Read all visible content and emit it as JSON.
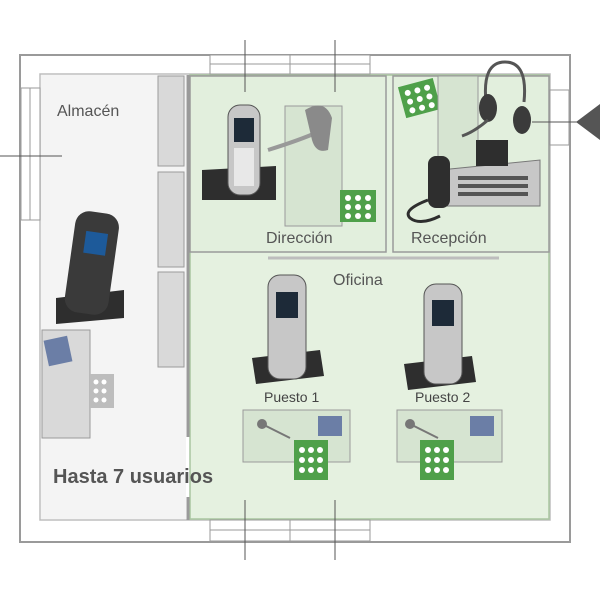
{
  "rooms": {
    "almacen": "Almacén",
    "direccion": "Dirección",
    "recepcion": "Recepción",
    "oficina": "Oficina"
  },
  "desks": {
    "puesto1": "Puesto 1",
    "puesto2": "Puesto 2"
  },
  "headline": "Hasta 7 usuarios",
  "colors": {
    "wall": "#9a9a9a",
    "office_fill": "#e5f1e0",
    "office_stroke": "#a9c6a0",
    "storage_fill": "#f4f4f4",
    "keypad_green": "#4fa04a",
    "phone_dark": "#2e2e2e",
    "phone_silver": "#c7c7c7"
  },
  "icons": [
    "dect-handset-icon",
    "desk-phone-icon",
    "headset-icon",
    "keypad-icon",
    "laptop-icon",
    "desk-lamp-icon",
    "arrow-left-icon"
  ]
}
